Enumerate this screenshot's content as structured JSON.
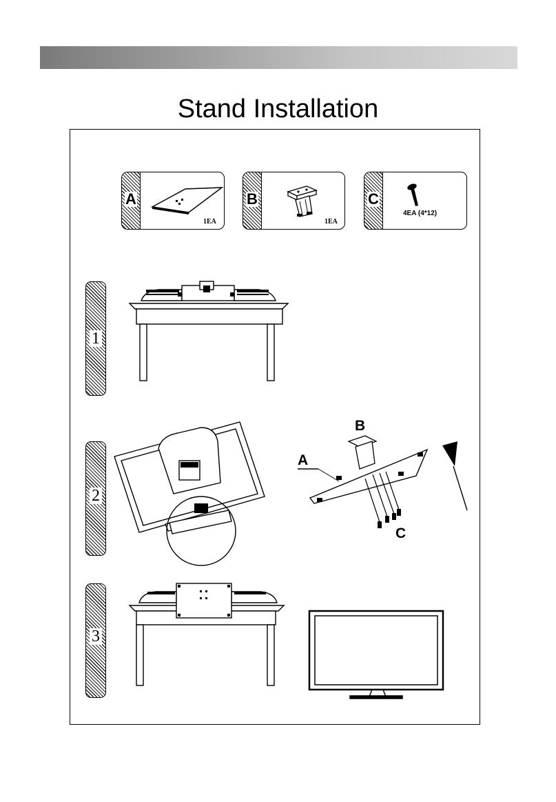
{
  "page": {
    "title": "Stand Installation"
  },
  "parts": [
    {
      "letter": "A",
      "quantity": "1EA"
    },
    {
      "letter": "B",
      "quantity": "1EA"
    },
    {
      "letter": "C",
      "quantity": "4EA (4*12)"
    }
  ],
  "steps": [
    {
      "number": "1"
    },
    {
      "number": "2"
    },
    {
      "number": "3"
    }
  ],
  "callouts": {
    "a": "A",
    "b": "B",
    "c": "C"
  }
}
